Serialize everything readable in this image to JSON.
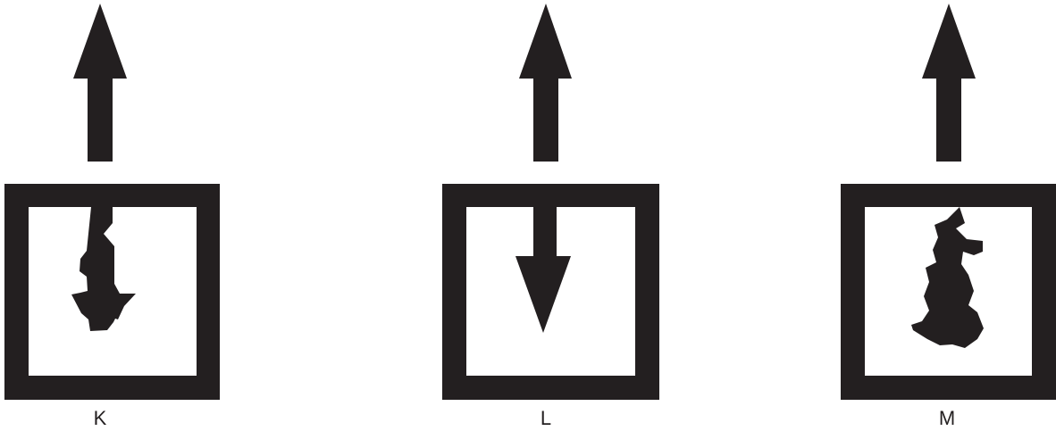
{
  "colors": {
    "ink": "#231f20",
    "background": "#ffffff"
  },
  "panels": [
    {
      "label": "K",
      "outer_arrow": "up-arrow-icon",
      "inner_shape": "irregular-downward-arrow-shape"
    },
    {
      "label": "L",
      "outer_arrow": "up-arrow-icon",
      "inner_shape": "down-arrow-icon"
    },
    {
      "label": "M",
      "outer_arrow": "up-arrow-icon",
      "inner_shape": "irregular-blob-shape"
    }
  ]
}
